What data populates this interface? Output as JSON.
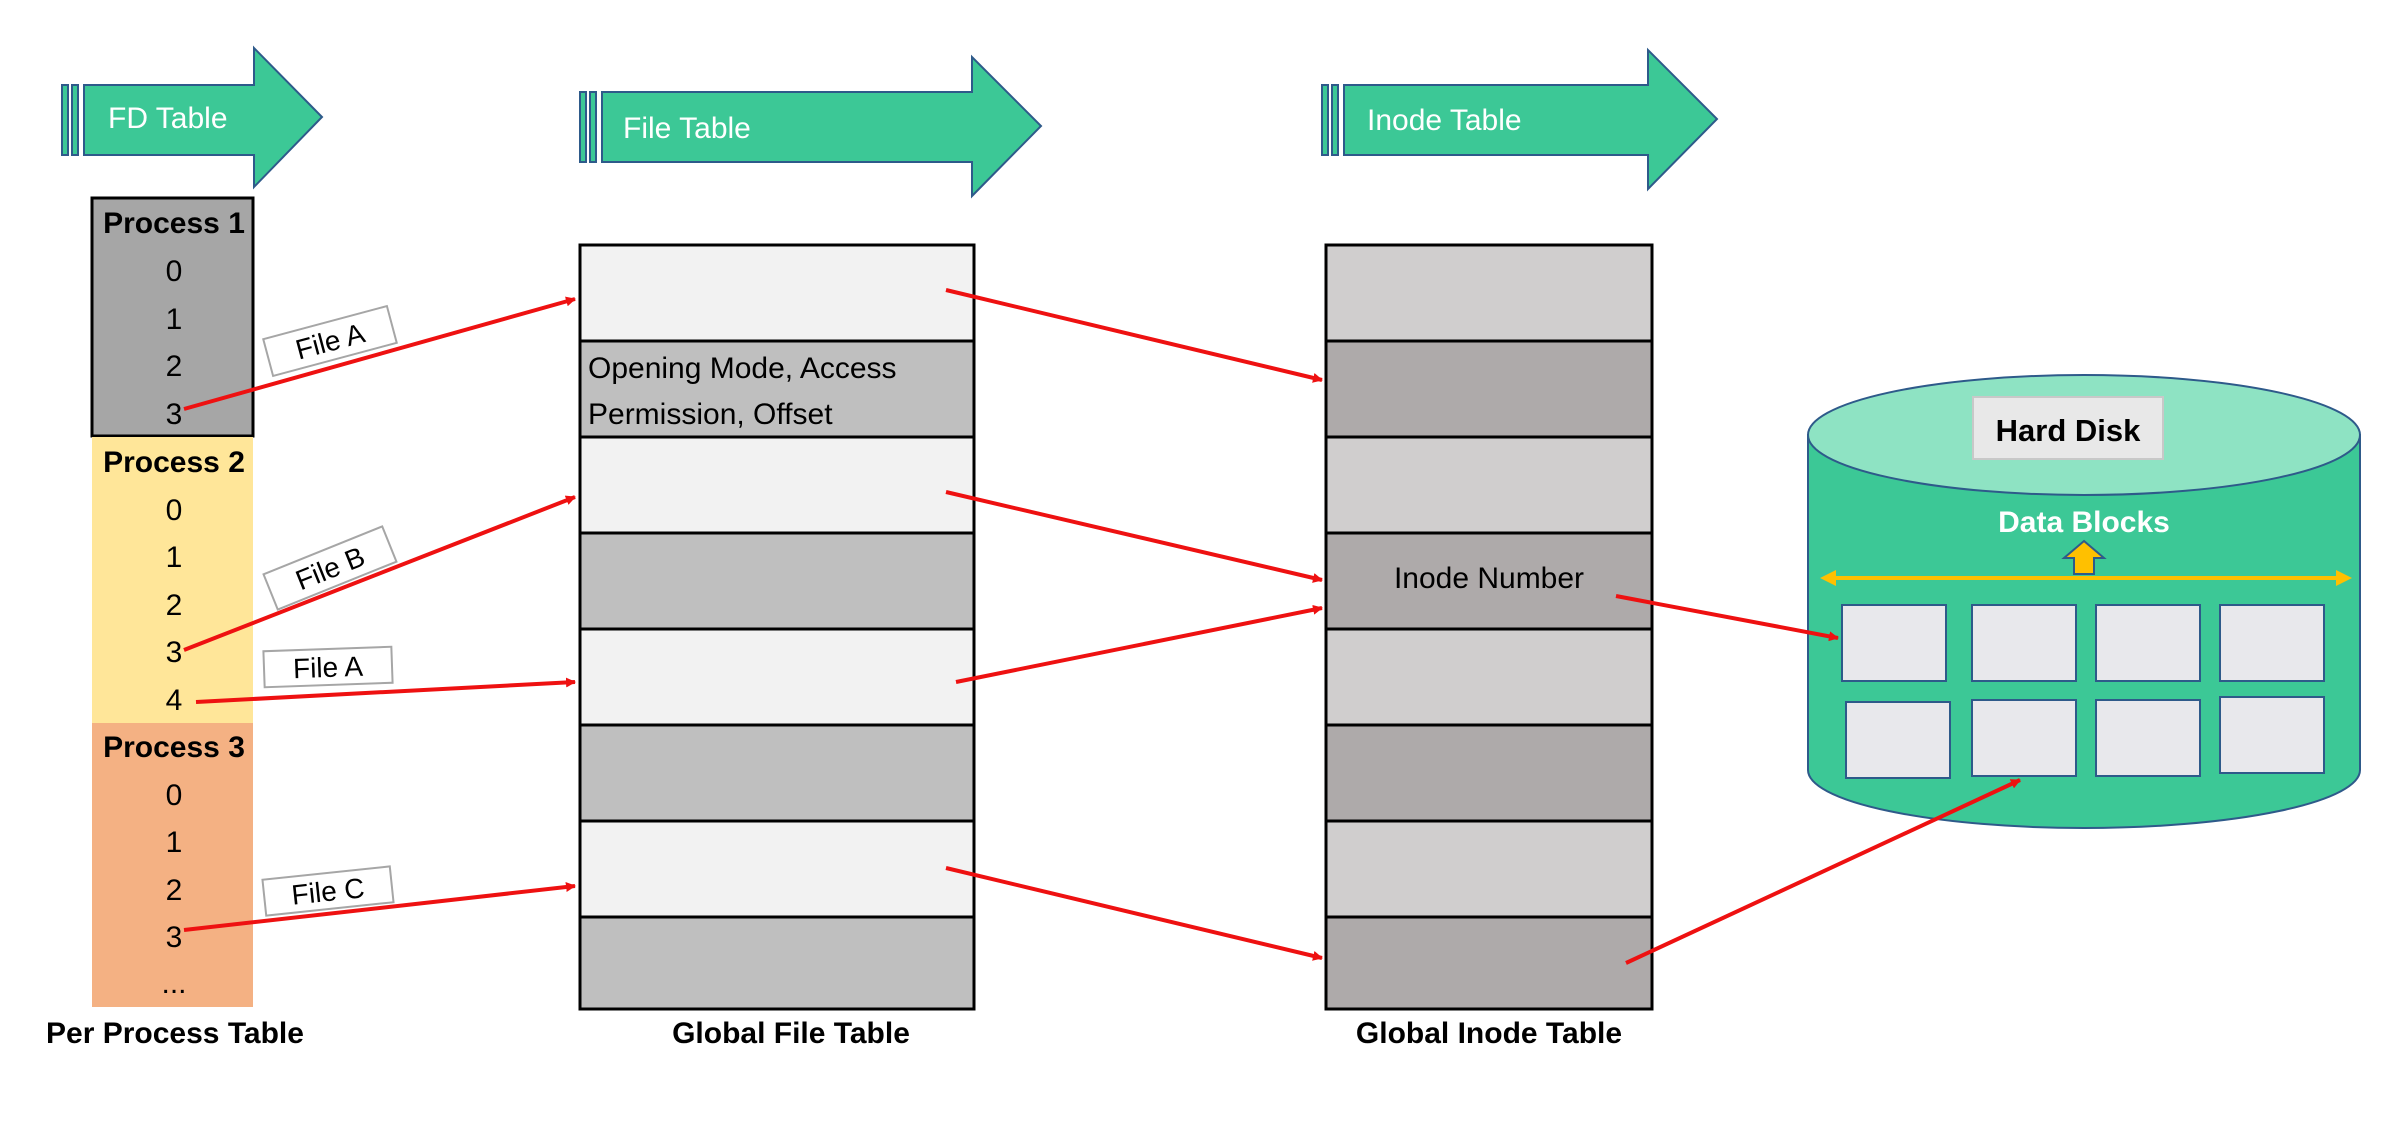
{
  "banners": {
    "fd": "FD Table",
    "file": "File Table",
    "inode": "Inode Table"
  },
  "processes": [
    {
      "title": "Process 1",
      "fds": [
        "0",
        "1",
        "2",
        "3"
      ]
    },
    {
      "title": "Process 2",
      "fds": [
        "0",
        "1",
        "2",
        "3",
        "4"
      ]
    },
    {
      "title": "Process 3",
      "fds": [
        "0",
        "1",
        "2",
        "3",
        "..."
      ]
    }
  ],
  "file_labels": [
    "File A",
    "File B",
    "File A",
    "File C"
  ],
  "file_table": {
    "entry_text_line1": "Opening Mode, Access",
    "entry_text_line2": "Permission, Offset",
    "caption": "Global File Table"
  },
  "inode_table": {
    "entry_text": "Inode Number",
    "caption": "Global Inode Table"
  },
  "per_process_caption": "Per Process Table",
  "disk": {
    "label": "Hard Disk",
    "data_blocks": "Data Blocks"
  },
  "colors": {
    "banner": "#3cc896",
    "process1": "#a6a6a6",
    "process2": "#ffe699",
    "process3": "#f4b183",
    "arrow": "#ee1111",
    "disk_body": "#3cc896",
    "disk_top": "#8ee3c3",
    "block": "#e8e8ec",
    "yellow": "#ffc000"
  }
}
